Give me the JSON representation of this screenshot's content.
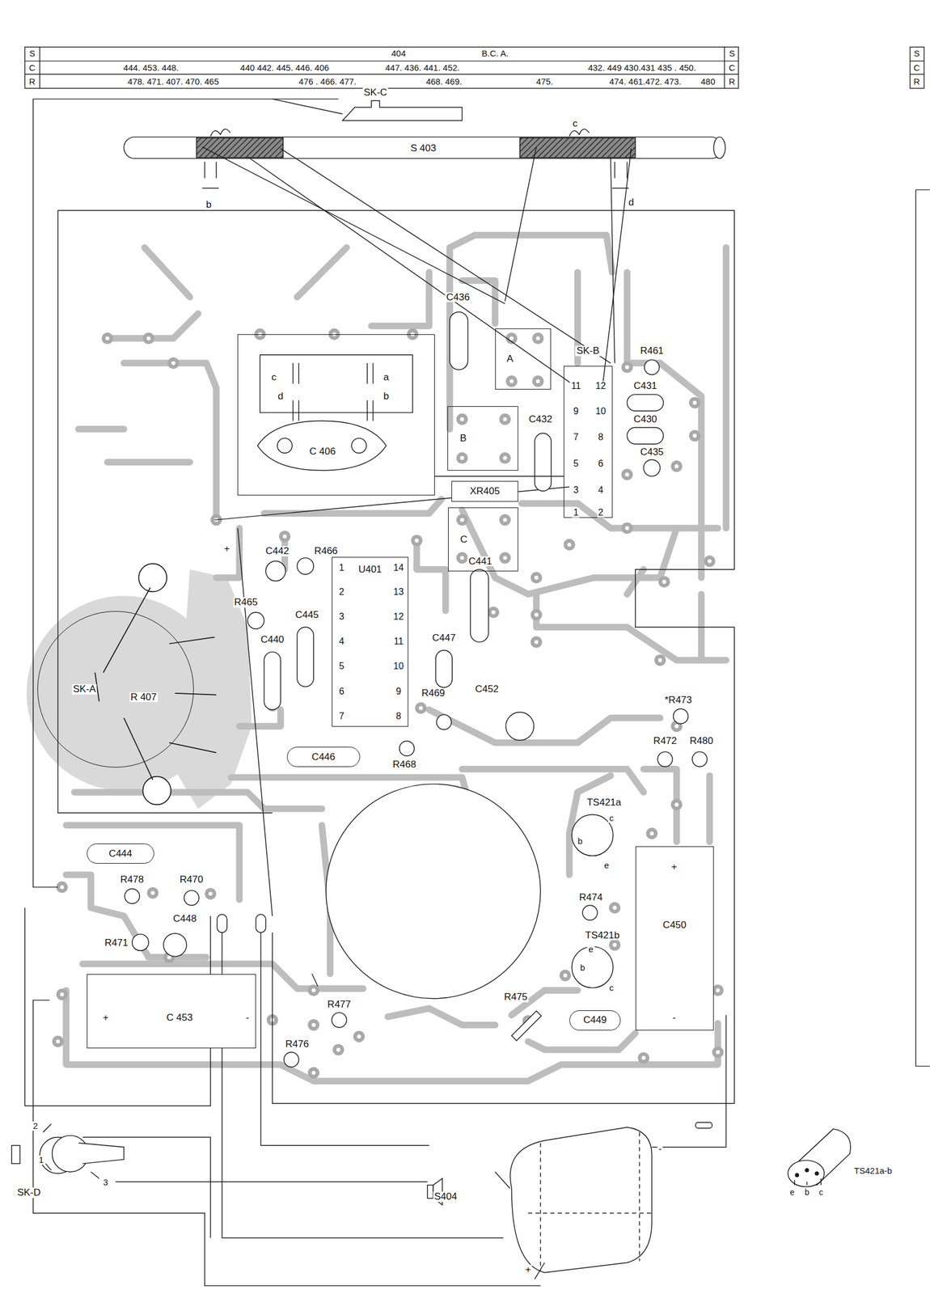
{
  "diagram": {
    "nodes": [
      {
        "text": [
          "C 406"
        ]
      },
      {
        "text": [
          "A"
        ]
      },
      {
        "text": [
          "SK-B"
        ]
      },
      {
        "text": [
          "B"
        ]
      },
      {
        "text": [
          "XR405"
        ]
      },
      {
        "text": [
          "C"
        ]
      },
      {
        "text": [
          "U401"
        ]
      },
      {
        "text": [
          "SK-A",
          "R 407"
        ]
      },
      {
        "text": [
          "C446"
        ]
      },
      {
        "text": [
          "C444"
        ]
      },
      {
        "text": [
          "C450"
        ]
      },
      {
        "text": [
          "C 453"
        ]
      },
      {
        "text": [
          "C449"
        ]
      }
    ],
    "edges": [
      {
        "from": 0,
        "to": 2,
        "arrow": "none"
      }
    ],
    "labels": [
      "S",
      "404",
      "B.C. A.",
      "S",
      "C",
      "444. 453. 448.",
      "440 442. 445. 446. 406",
      "447. 436. 441. 452.",
      "432. 449 430.431 435 . 450.",
      "C",
      "R",
      "478. 471. 407. 470. 465",
      "476 . 466. 477.",
      "468. 469.",
      "475.",
      "474. 461.472. 473.",
      "480",
      "R",
      "S",
      "C",
      "R",
      "SK-C",
      "S 403",
      "c",
      "b",
      "d",
      "c",
      "a",
      "d",
      "b",
      "C436",
      "R461",
      "11",
      "12",
      "9",
      "10",
      "7",
      "8",
      "5",
      "6",
      "3",
      "4",
      "1",
      "2",
      "C431",
      "C430",
      "C435",
      "C432",
      "+",
      "C442",
      "R466",
      "1",
      "2",
      "3",
      "4",
      "5",
      "6",
      "7",
      "14",
      "13",
      "12",
      "11",
      "10",
      "9",
      "8",
      "R465",
      "C445",
      "C440",
      "C441",
      "C447",
      "R469",
      "C452",
      "*R473",
      "R472",
      "R480",
      "R468",
      "TS421a",
      "c",
      "b",
      "e",
      "R478",
      "R470",
      "C448",
      "R471",
      "R474",
      "TS421b",
      "e",
      "b",
      "c",
      "R475",
      "R477",
      "R476",
      "SK-D",
      "2",
      "1",
      "3",
      "S404",
      "+",
      "-",
      "TS421a-b",
      "e",
      "b",
      "c",
      "+",
      "-",
      "+",
      "-"
    ]
  }
}
